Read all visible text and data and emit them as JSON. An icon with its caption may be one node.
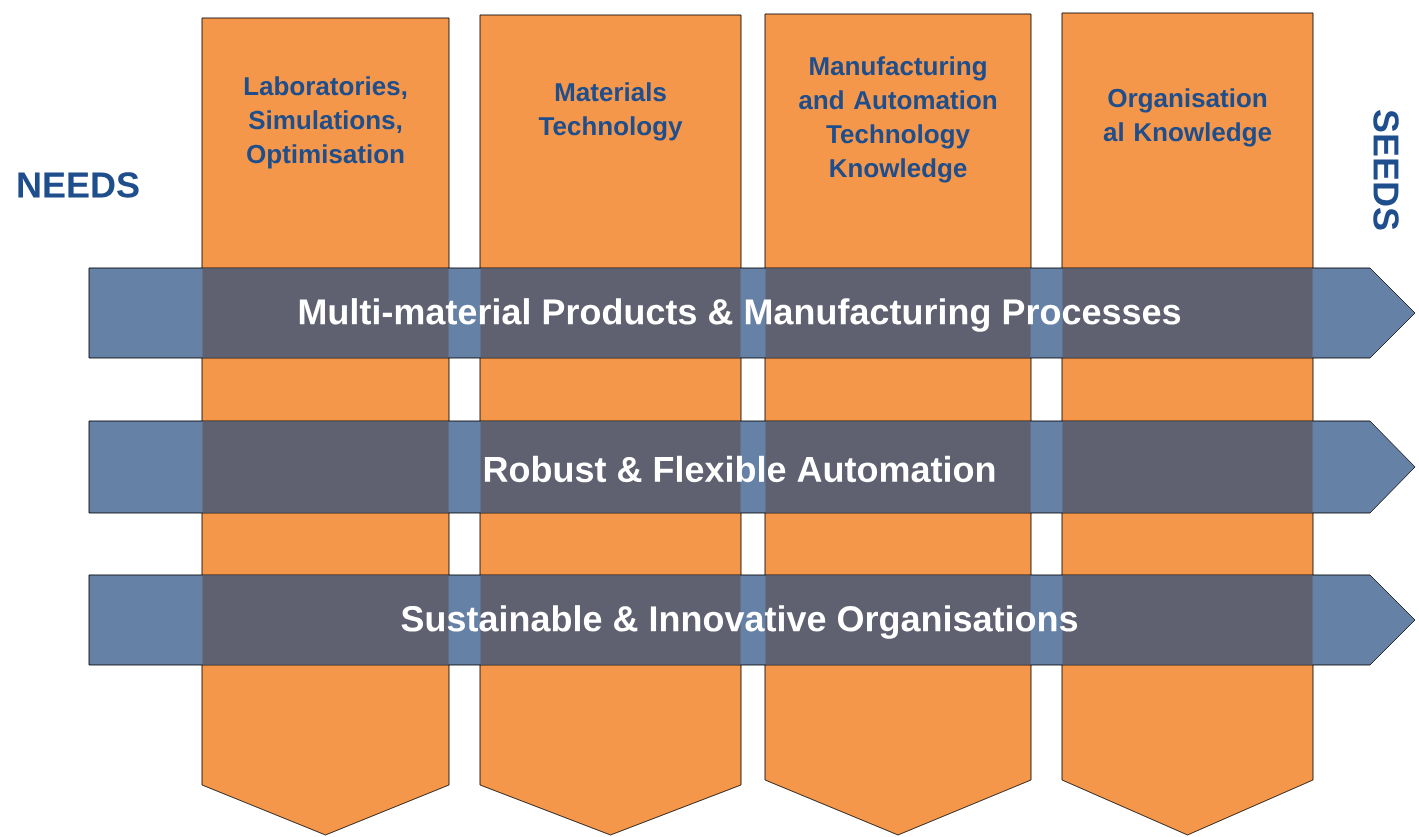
{
  "diagram": {
    "nodes": [
      {
        "text": [
          "Laboratories, Simulations, Optimisation"
        ]
      },
      {
        "text": [
          "Materials Technology"
        ]
      },
      {
        "text": [
          "Manufacturing and Automation Technology Knowledge"
        ]
      },
      {
        "text": [
          "Organisation al Knowledge"
        ]
      },
      {
        "text": [
          "Multi-material Products & Manufacturing Processes"
        ]
      },
      {
        "text": [
          "Robust & Flexible Automation"
        ]
      },
      {
        "text": [
          "Sustainable & Innovative Organisations"
        ]
      }
    ],
    "labels": [
      "NEEDS",
      "SEEDS"
    ]
  }
}
